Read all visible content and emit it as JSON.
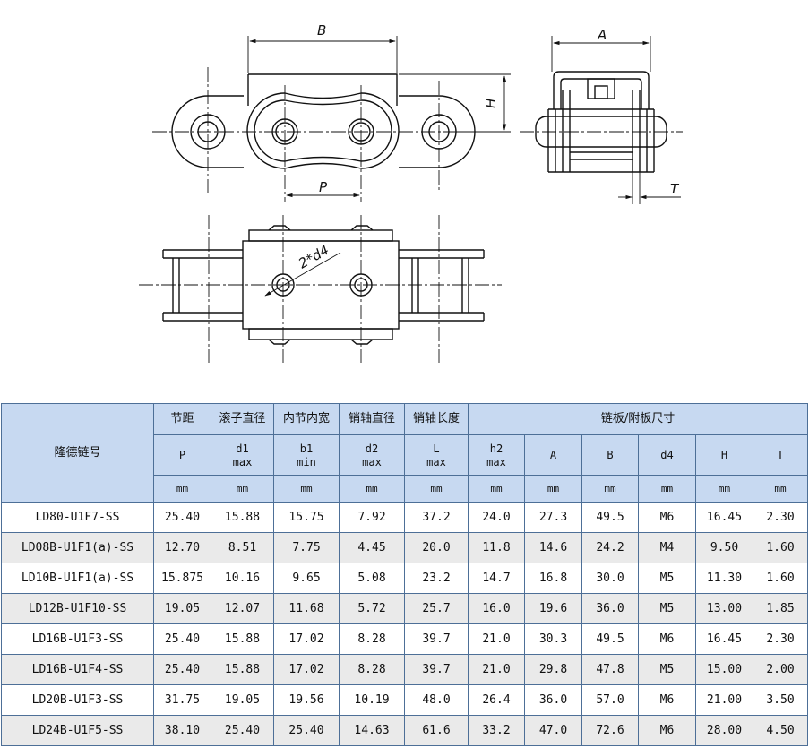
{
  "drawing": {
    "labels": {
      "B": "B",
      "A": "A",
      "H": "H",
      "P": "P",
      "T": "T",
      "d4": "2*d4"
    }
  },
  "table": {
    "model_header": "隆德链号",
    "group_header": "链板/附板尺寸",
    "col_cn": [
      "节距",
      "滚子直径",
      "内节内宽",
      "销轴直径",
      "销轴长度"
    ],
    "col_sym": [
      "P",
      "d1",
      "b1",
      "d2",
      "L",
      "h2",
      "A",
      "B",
      "d4",
      "H",
      "T"
    ],
    "col_sub": [
      "",
      "max",
      "min",
      "max",
      "max",
      "max",
      "",
      "",
      "",
      "",
      ""
    ],
    "unit": "mm",
    "rows": [
      [
        "LD80-U1F7-SS",
        "25.40",
        "15.88",
        "15.75",
        "7.92",
        "37.2",
        "24.0",
        "27.3",
        "49.5",
        "M6",
        "16.45",
        "2.30"
      ],
      [
        "LD08B-U1F1(a)-SS",
        "12.70",
        "8.51",
        "7.75",
        "4.45",
        "20.0",
        "11.8",
        "14.6",
        "24.2",
        "M4",
        "9.50",
        "1.60"
      ],
      [
        "LD10B-U1F1(a)-SS",
        "15.875",
        "10.16",
        "9.65",
        "5.08",
        "23.2",
        "14.7",
        "16.8",
        "30.0",
        "M5",
        "11.30",
        "1.60"
      ],
      [
        "LD12B-U1F10-SS",
        "19.05",
        "12.07",
        "11.68",
        "5.72",
        "25.7",
        "16.0",
        "19.6",
        "36.0",
        "M5",
        "13.00",
        "1.85"
      ],
      [
        "LD16B-U1F3-SS",
        "25.40",
        "15.88",
        "17.02",
        "8.28",
        "39.7",
        "21.0",
        "30.3",
        "49.5",
        "M6",
        "16.45",
        "2.30"
      ],
      [
        "LD16B-U1F4-SS",
        "25.40",
        "15.88",
        "17.02",
        "8.28",
        "39.7",
        "21.0",
        "29.8",
        "47.8",
        "M5",
        "15.00",
        "2.00"
      ],
      [
        "LD20B-U1F3-SS",
        "31.75",
        "19.05",
        "19.56",
        "10.19",
        "48.0",
        "26.4",
        "36.0",
        "57.0",
        "M6",
        "21.00",
        "3.50"
      ],
      [
        "LD24B-U1F5-SS",
        "38.10",
        "25.40",
        "25.40",
        "14.63",
        "61.6",
        "33.2",
        "47.0",
        "72.6",
        "M6",
        "28.00",
        "4.50"
      ]
    ]
  }
}
